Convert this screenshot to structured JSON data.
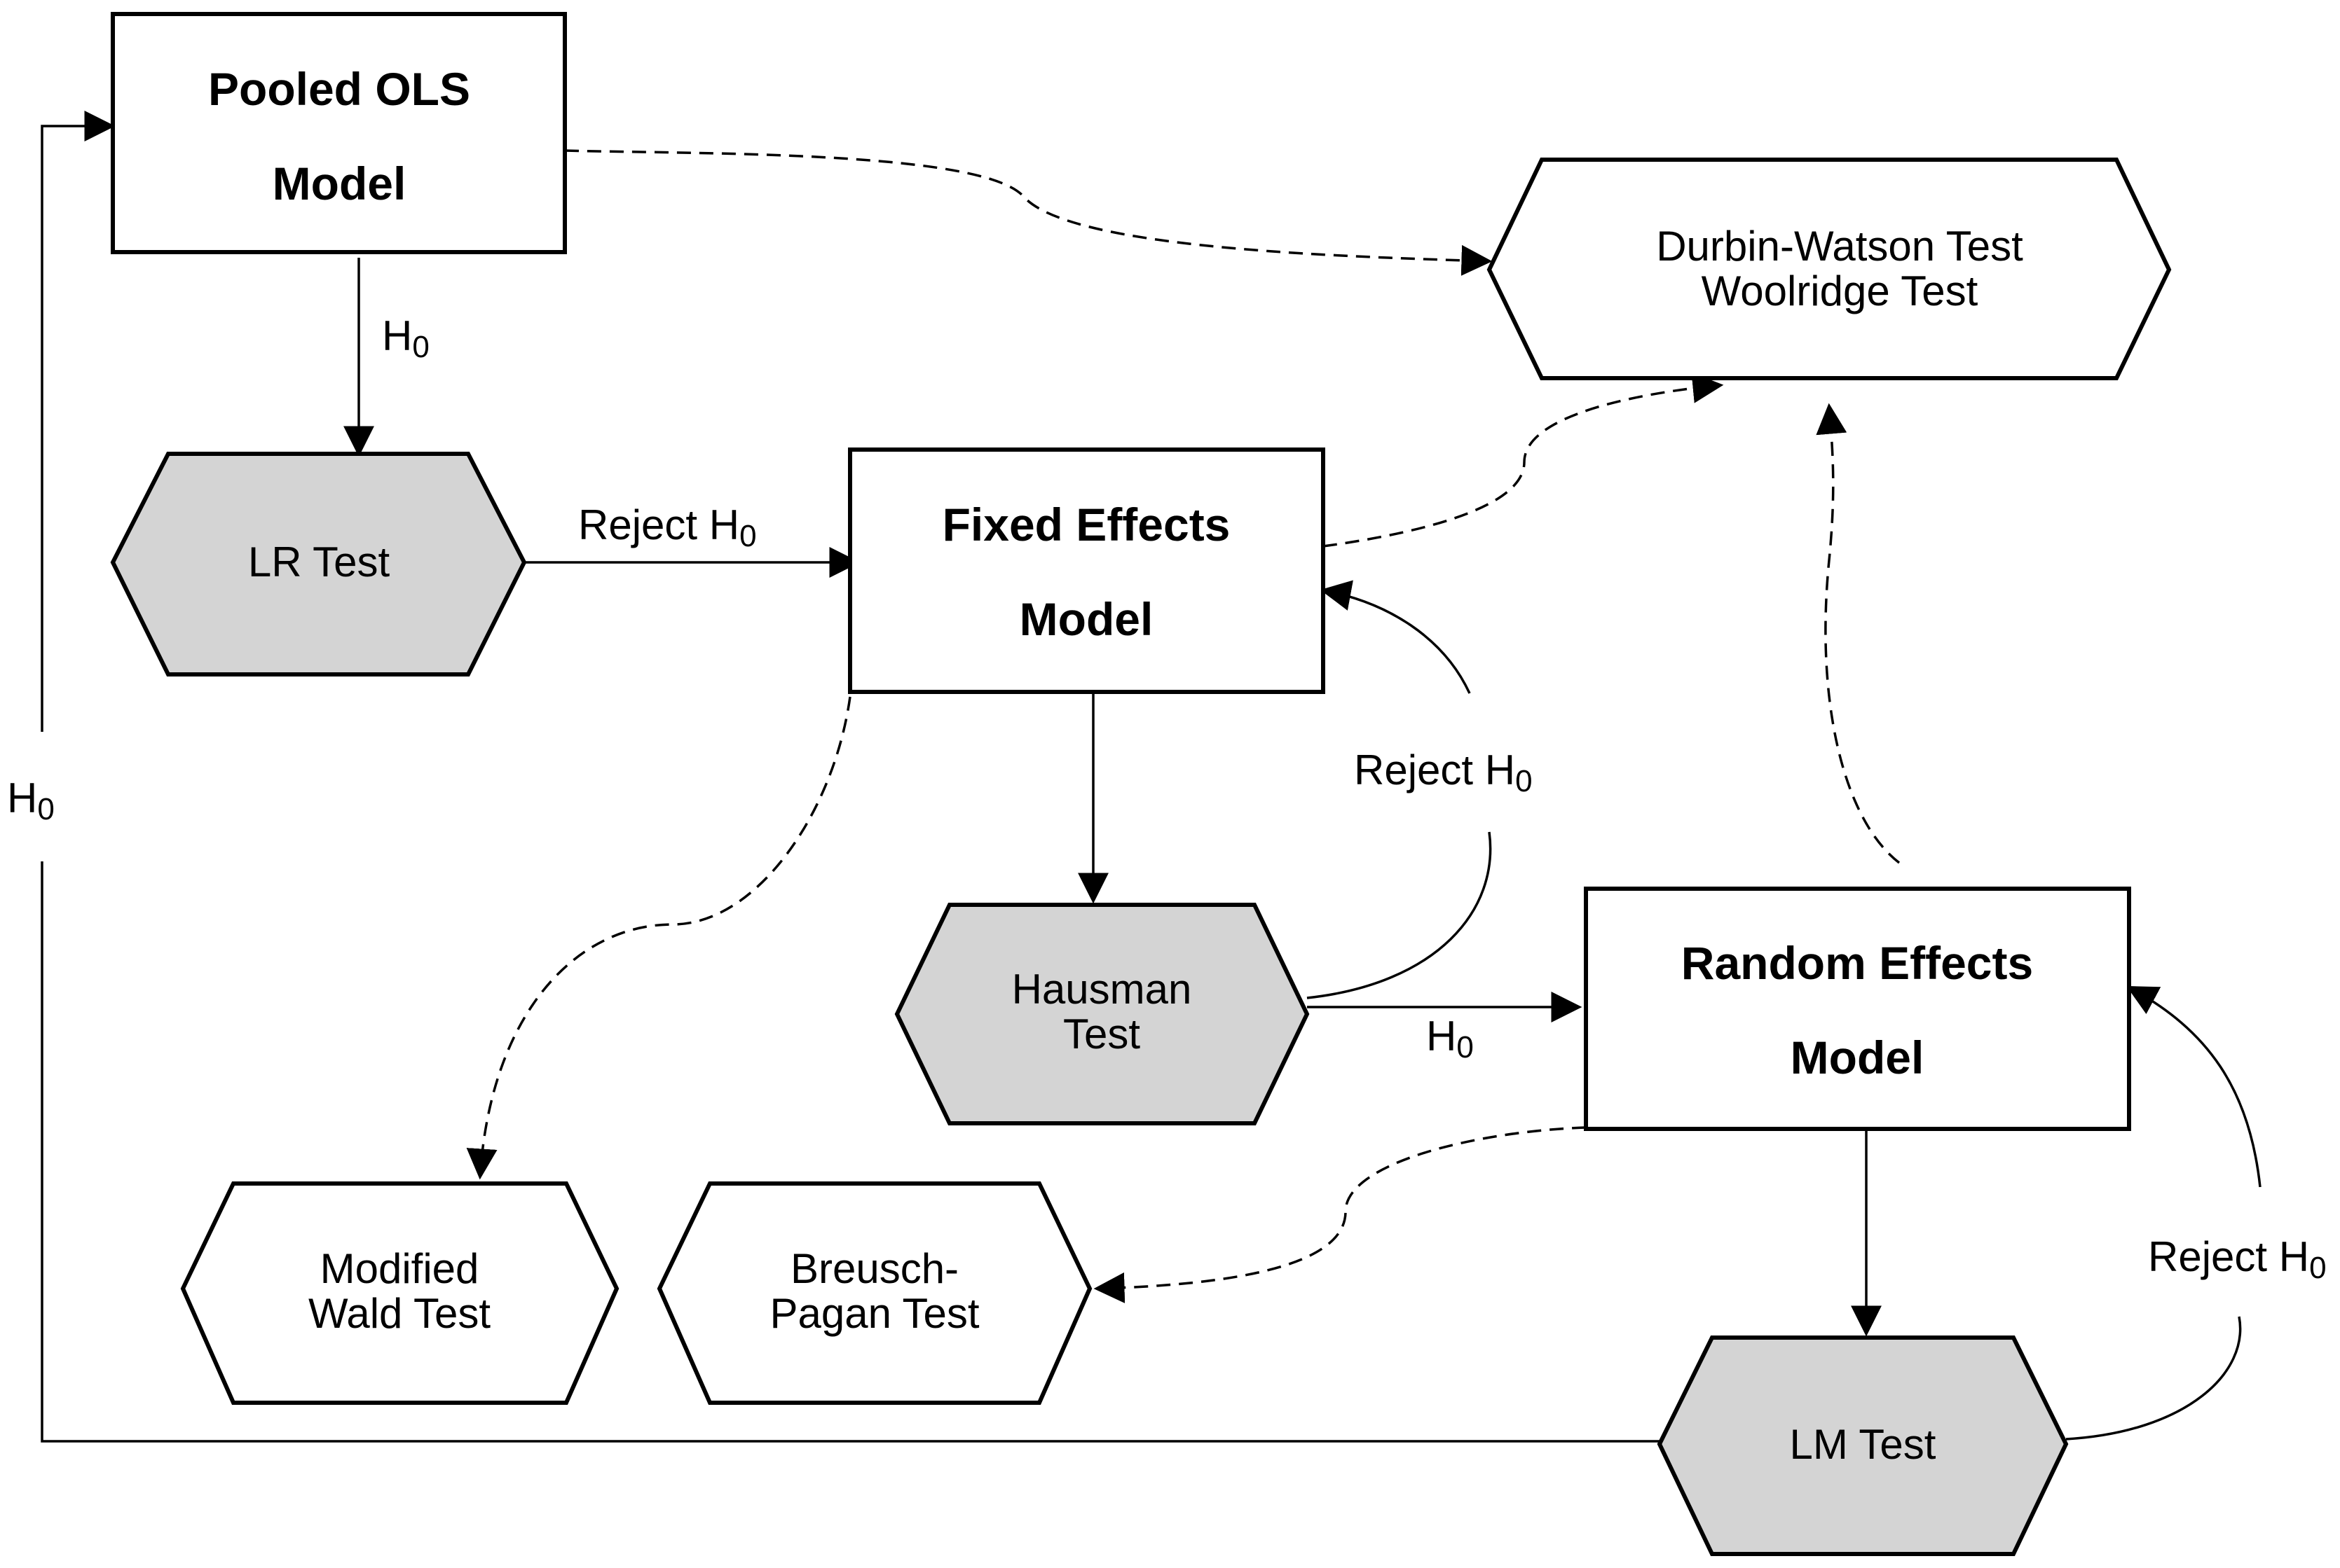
{
  "nodes": {
    "pooled_ols": {
      "line1": "Pooled OLS",
      "line2": "Model"
    },
    "fixed_effects": {
      "line1": "Fixed Effects",
      "line2": "Model"
    },
    "random_effects": {
      "line1": "Random Effects",
      "line2": "Model"
    },
    "lr_test": {
      "line1": "LR Test"
    },
    "hausman_test": {
      "line1": "Hausman",
      "line2": "Test"
    },
    "lm_test": {
      "line1": "LM Test"
    },
    "dw_wooldridge": {
      "line1": "Durbin-Watson Test",
      "line2": "Woolridge Test"
    },
    "modified_wald": {
      "line1": "Modified",
      "line2": "Wald Test"
    },
    "breusch_pagan": {
      "line1": "Breusch-",
      "line2": "Pagan Test"
    }
  },
  "edge_labels": {
    "ols_to_lr": {
      "main": "H",
      "sub": "0"
    },
    "lr_to_fe": {
      "main": "Reject H",
      "sub": "0"
    },
    "hausman_to_fe": {
      "main": "Reject H",
      "sub": "0"
    },
    "hausman_to_re": {
      "main": "H",
      "sub": "0"
    },
    "lm_to_re": {
      "main": "Reject H",
      "sub": "0"
    },
    "lm_to_ols": {
      "main": "H",
      "sub": "0"
    }
  },
  "colors": {
    "test_fill": "#d4d4d4",
    "box_fill": "#ffffff",
    "stroke": "#000000"
  }
}
